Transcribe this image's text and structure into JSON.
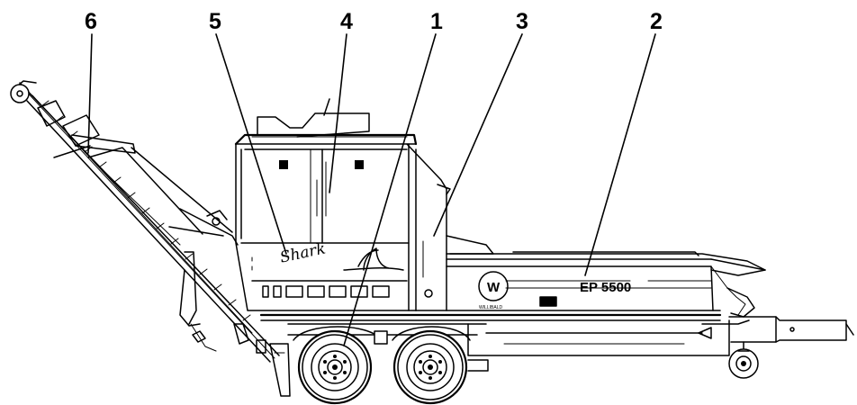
{
  "callouts": [
    {
      "number": "6"
    },
    {
      "number": "5"
    },
    {
      "number": "4"
    },
    {
      "number": "1"
    },
    {
      "number": "3"
    },
    {
      "number": "2"
    }
  ],
  "machine": {
    "brand_script": "Shark",
    "model_plate": "EP 5500",
    "logo_letter": "W",
    "logo_caption": "WILLIBALD"
  },
  "colors": {
    "line": "#000000",
    "background": "#ffffff"
  }
}
